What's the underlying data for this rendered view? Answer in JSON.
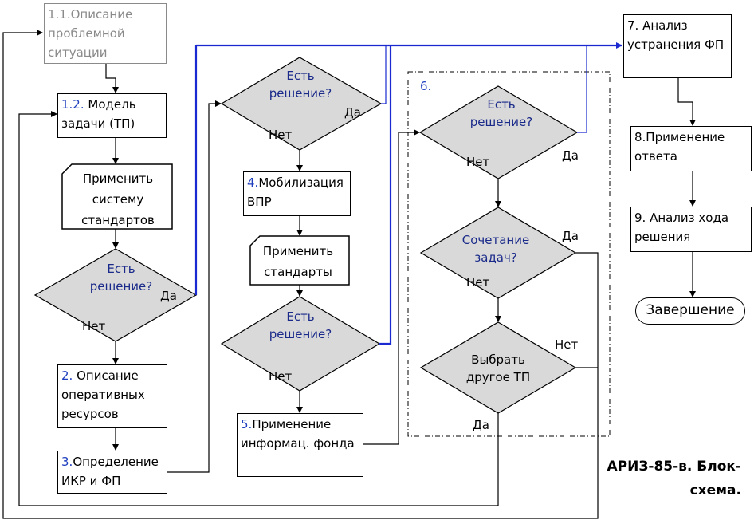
{
  "boxes": {
    "b11": {
      "num": "1.1.",
      "text": "Описание проблемной ситуации"
    },
    "b12": {
      "num": "1.2.",
      "text": "Модель задачи (ТП)"
    },
    "b2": {
      "num": "2.",
      "text": "Описание оперативных ресурсов"
    },
    "b3": {
      "num": "3.",
      "text": "Определение ИКР и ФП"
    },
    "b4": {
      "num": "4.",
      "text": "Мобилизация ВПР"
    },
    "b5": {
      "num": "5.",
      "text": "Применение информац. фонда"
    },
    "b7": {
      "num": "",
      "text": "7. Анализ устранения ФП"
    },
    "b8": {
      "num": "",
      "text": "8.Применение ответа"
    },
    "b9": {
      "num": "",
      "text": "9. Анализ хода решения"
    }
  },
  "docs": {
    "d1": "Применить систему стандартов",
    "d2": "Применить стандарты"
  },
  "decisions": {
    "q1": "Есть решение?",
    "q2": "Есть решение?",
    "q3": "Есть решение?",
    "q6": "Есть решение?",
    "q6b": "Сочетание задач?",
    "q6c": "Выбрать другое ТП"
  },
  "labels": {
    "yes": "Да",
    "no": "Нет"
  },
  "group": {
    "number": "6."
  },
  "terminal": "Завершение",
  "caption": "АРИЗ-85-в. Блок-схема.",
  "colors": {
    "blue_line": "#1a2ad0",
    "gray_text": "#8a8a8a",
    "diamond_fill": "#d9d9d9",
    "number_blue": "#1f3fbf"
  }
}
